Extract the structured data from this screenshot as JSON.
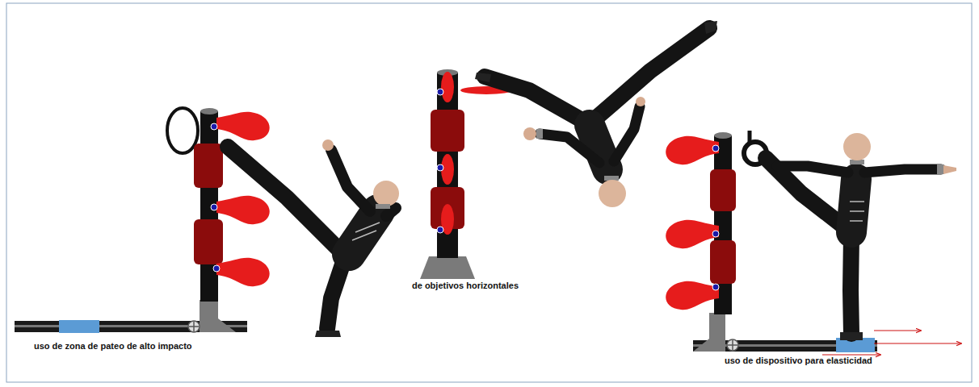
{
  "diagram": {
    "labels": [
      "uso de zona de pateo de alto impacto",
      "de objetivos horizontales",
      "uso de dispositivo para elasticidad"
    ]
  }
}
